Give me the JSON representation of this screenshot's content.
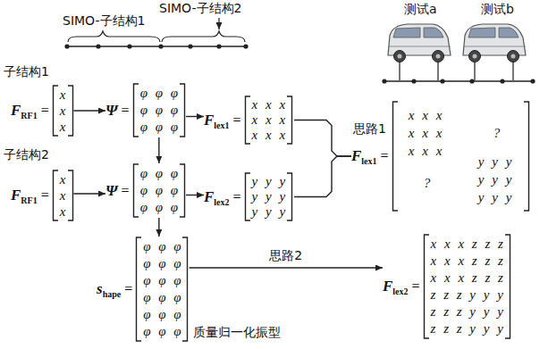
{
  "diagram": {
    "nodes": [
      {
        "text": [
          "F",
          "RF1",
          "=",
          "x",
          "x",
          "x"
        ]
      },
      {
        "text": [
          "Ψ",
          "=",
          "φ φ φ",
          "φ φ φ",
          "φ φ φ"
        ]
      },
      {
        "text": [
          "F",
          "lex1",
          "=",
          "x x x",
          "x x x",
          "x x x"
        ]
      },
      {
        "text": [
          "F",
          "RF1",
          "=",
          "x",
          "x",
          "x"
        ]
      },
      {
        "text": [
          "Ψ",
          "=",
          "φ φ φ",
          "φ φ φ",
          "φ φ φ"
        ]
      },
      {
        "text": [
          "F",
          "lex2",
          "=",
          "y y y",
          "y y y",
          "y y y"
        ]
      },
      {
        "text": [
          "F",
          "lex1",
          "=",
          "x x x",
          "x x x",
          "x x x",
          "?",
          "?",
          "y y y",
          "y y y",
          "y y y"
        ]
      },
      {
        "text": [
          "s",
          "hape",
          "=",
          "φ φ φ",
          "φ φ φ",
          "φ φ φ",
          "φ φ φ",
          "φ φ φ",
          "φ φ φ"
        ]
      },
      {
        "text": [
          "F",
          "lex2",
          "=",
          "x x x z z z",
          "x x x z z z",
          "x x x z z z",
          "z z z y y y",
          "z z z y y y",
          "z z z y y y"
        ]
      }
    ],
    "edges": [
      {
        "from": 0,
        "to": 1,
        "arrow": "to"
      },
      {
        "from": 1,
        "to": 2,
        "arrow": "to"
      },
      {
        "from": 1,
        "to": 4,
        "arrow": "to"
      },
      {
        "from": 3,
        "to": 4,
        "arrow": "to"
      },
      {
        "from": 4,
        "to": 5,
        "arrow": "to"
      },
      {
        "from": 2,
        "to": 6,
        "arrow": "none"
      },
      {
        "from": 5,
        "to": 6,
        "arrow": "none"
      },
      {
        "from": 4,
        "to": 7,
        "arrow": "to"
      },
      {
        "from": 7,
        "to": 8,
        "label": "思路2",
        "arrow": "to"
      }
    ],
    "labels": [
      "SIMO-子结构2",
      "测试a",
      "测试b",
      "SIMO-子结构1",
      "子结构1",
      "思路1",
      "子结构2",
      "质量归一化振型"
    ]
  }
}
